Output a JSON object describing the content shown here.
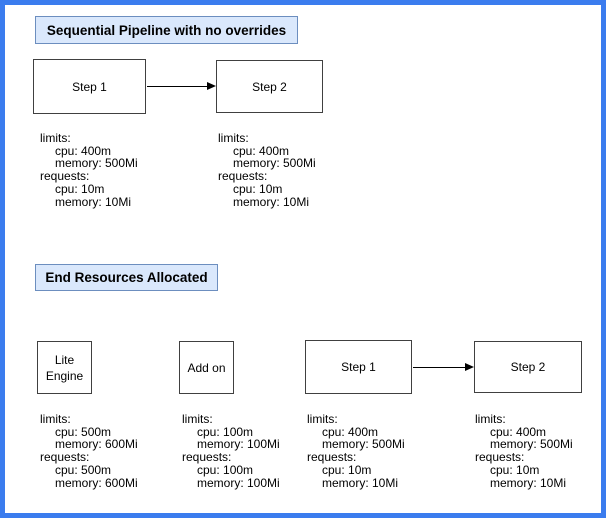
{
  "colors": {
    "selection_border": "#3b7cee",
    "title_fill": "#dae8fc",
    "title_stroke": "#6c8ebf",
    "node_stroke": "#404040",
    "text": "#000000",
    "arrow": "#000000",
    "background": "#ffffff"
  },
  "sections": [
    {
      "title": "Sequential Pipeline with no overrides",
      "nodes": [
        {
          "label": "Step 1",
          "resource_lines": [
            "limits:",
            "cpu: 400m",
            "memory: 500Mi",
            "requests:",
            "cpu: 10m",
            "memory: 10Mi"
          ]
        },
        {
          "label": "Step 2",
          "resource_lines": [
            "limits:",
            "cpu: 400m",
            "memory: 500Mi",
            "requests:",
            "cpu: 10m",
            "memory: 10Mi"
          ]
        }
      ]
    },
    {
      "title": "End Resources Allocated",
      "nodes": [
        {
          "label": "Lite Engine",
          "resource_lines": [
            "limits:",
            "cpu: 500m",
            "memory: 600Mi",
            "requests:",
            "cpu: 500m",
            "memory: 600Mi"
          ]
        },
        {
          "label": "Add on",
          "resource_lines": [
            "limits:",
            "cpu: 100m",
            "memory: 100Mi",
            "requests:",
            "cpu: 100m",
            "memory: 100Mi"
          ]
        },
        {
          "label": "Step 1",
          "resource_lines": [
            "limits:",
            "cpu: 400m",
            "memory: 500Mi",
            "requests:",
            "cpu: 10m",
            "memory: 10Mi"
          ]
        },
        {
          "label": "Step 2",
          "resource_lines": [
            "limits:",
            "cpu: 400m",
            "memory: 500Mi",
            "requests:",
            "cpu: 10m",
            "memory: 10Mi"
          ]
        }
      ]
    }
  ]
}
